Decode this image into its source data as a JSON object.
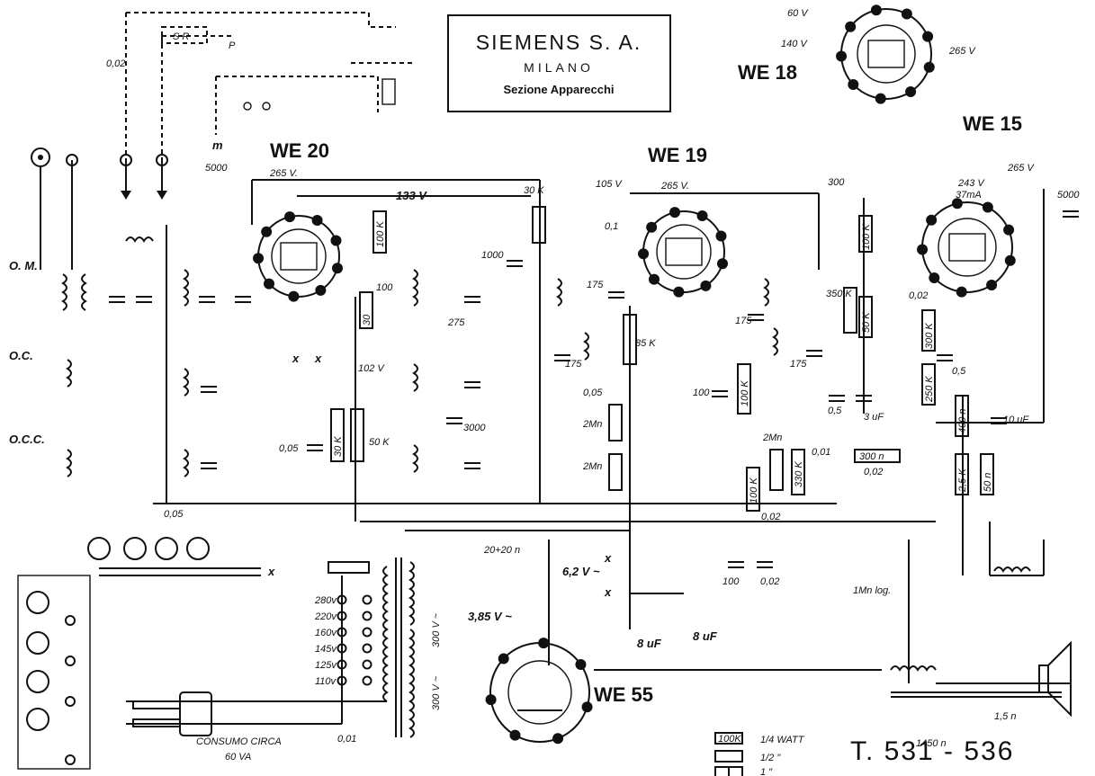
{
  "header_box": {
    "company": "SIEMENS S. A.",
    "city": "MILANO",
    "section": "Sezione Apparecchi"
  },
  "tubes": {
    "we20": "WE 20",
    "we19": "WE 19",
    "we18": "WE 18",
    "we15": "WE 15",
    "we55": "WE 55"
  },
  "drawing_number": "T. 531 - 536",
  "consumption": {
    "line1": "CONSUMO CIRCA",
    "line2": "60 VA"
  },
  "mains_taps": [
    "280v",
    "220v",
    "160v",
    "145v",
    "125v",
    "110v"
  ],
  "voltages": {
    "v265_a": "265 V.",
    "v133": "133 V",
    "v102": "102 V",
    "v265_b": "265 V.",
    "v105": "105 V",
    "v265_c": "265 V",
    "v140": "140 V",
    "v60": "60 V",
    "v243": "243 V",
    "ma37": "37mA",
    "v265_d": "265 V",
    "v62": "6,2 V ~",
    "v385": "3,85 V ~",
    "v300a": "300 V ~",
    "v300b": "300 V ~"
  },
  "components": {
    "r5000_ant": "5000",
    "c002_top": "0,02",
    "c100k_a": "100 K",
    "r30k_a": "30",
    "c100": "100",
    "c275": "275",
    "c3000": "3000",
    "c1000": "1000",
    "r30k_top": "30 K",
    "r50k": "50 K",
    "c005_a": "0,05",
    "r30k_b": "30 K",
    "c005_b": "0,05",
    "c01": "0,1",
    "c175_a": "175",
    "c175_b": "175",
    "r85k": "85 K",
    "c005_c": "0,05",
    "r2m_a": "2Mn",
    "r2m_b": "2Mn",
    "c175_c": "175",
    "c175_d": "175",
    "c100_b": "100",
    "r100k_b": "100 K",
    "r2m_c": "2Mn",
    "r100k_c": "100 K",
    "r330k": "330 K",
    "c002_b": "0,02",
    "c001": "0,01",
    "r300": "300 n",
    "c002_c": "0,02",
    "c300": "300",
    "r100k_d": "100 K",
    "r350k": "350 K",
    "r50k_b": "50 K",
    "c05": "0,5",
    "c3uf": "3 uF",
    "c002_d": "0,02",
    "r300k": "300 K",
    "c05b": "0,5",
    "r250k": "250 K",
    "r400": "400 n",
    "c10uf": "10 uF",
    "r25k": "2,5 K",
    "r50n": "50 n",
    "c5000": "5000",
    "r2020": "20+20 n",
    "c8uf_a": "8 uF",
    "c8uf_b": "8 uF",
    "c100_c": "100",
    "c002_e": "0,02",
    "pot": "1Mn log.",
    "c001_mains": "0,01",
    "r15": "1,5 n",
    "r1450": "1450 n",
    "x_label": "x",
    "m_label": "m",
    "om": "O. M.",
    "oc": "O.C.",
    "occ": "O.C.C.",
    "sr": "S R",
    "p_label": "P"
  },
  "legend": [
    {
      "symbol": "100K",
      "text": "1/4 WATT"
    },
    {
      "symbol": "",
      "text": "1/2 \""
    },
    {
      "symbol": "",
      "text": "1 \""
    }
  ]
}
